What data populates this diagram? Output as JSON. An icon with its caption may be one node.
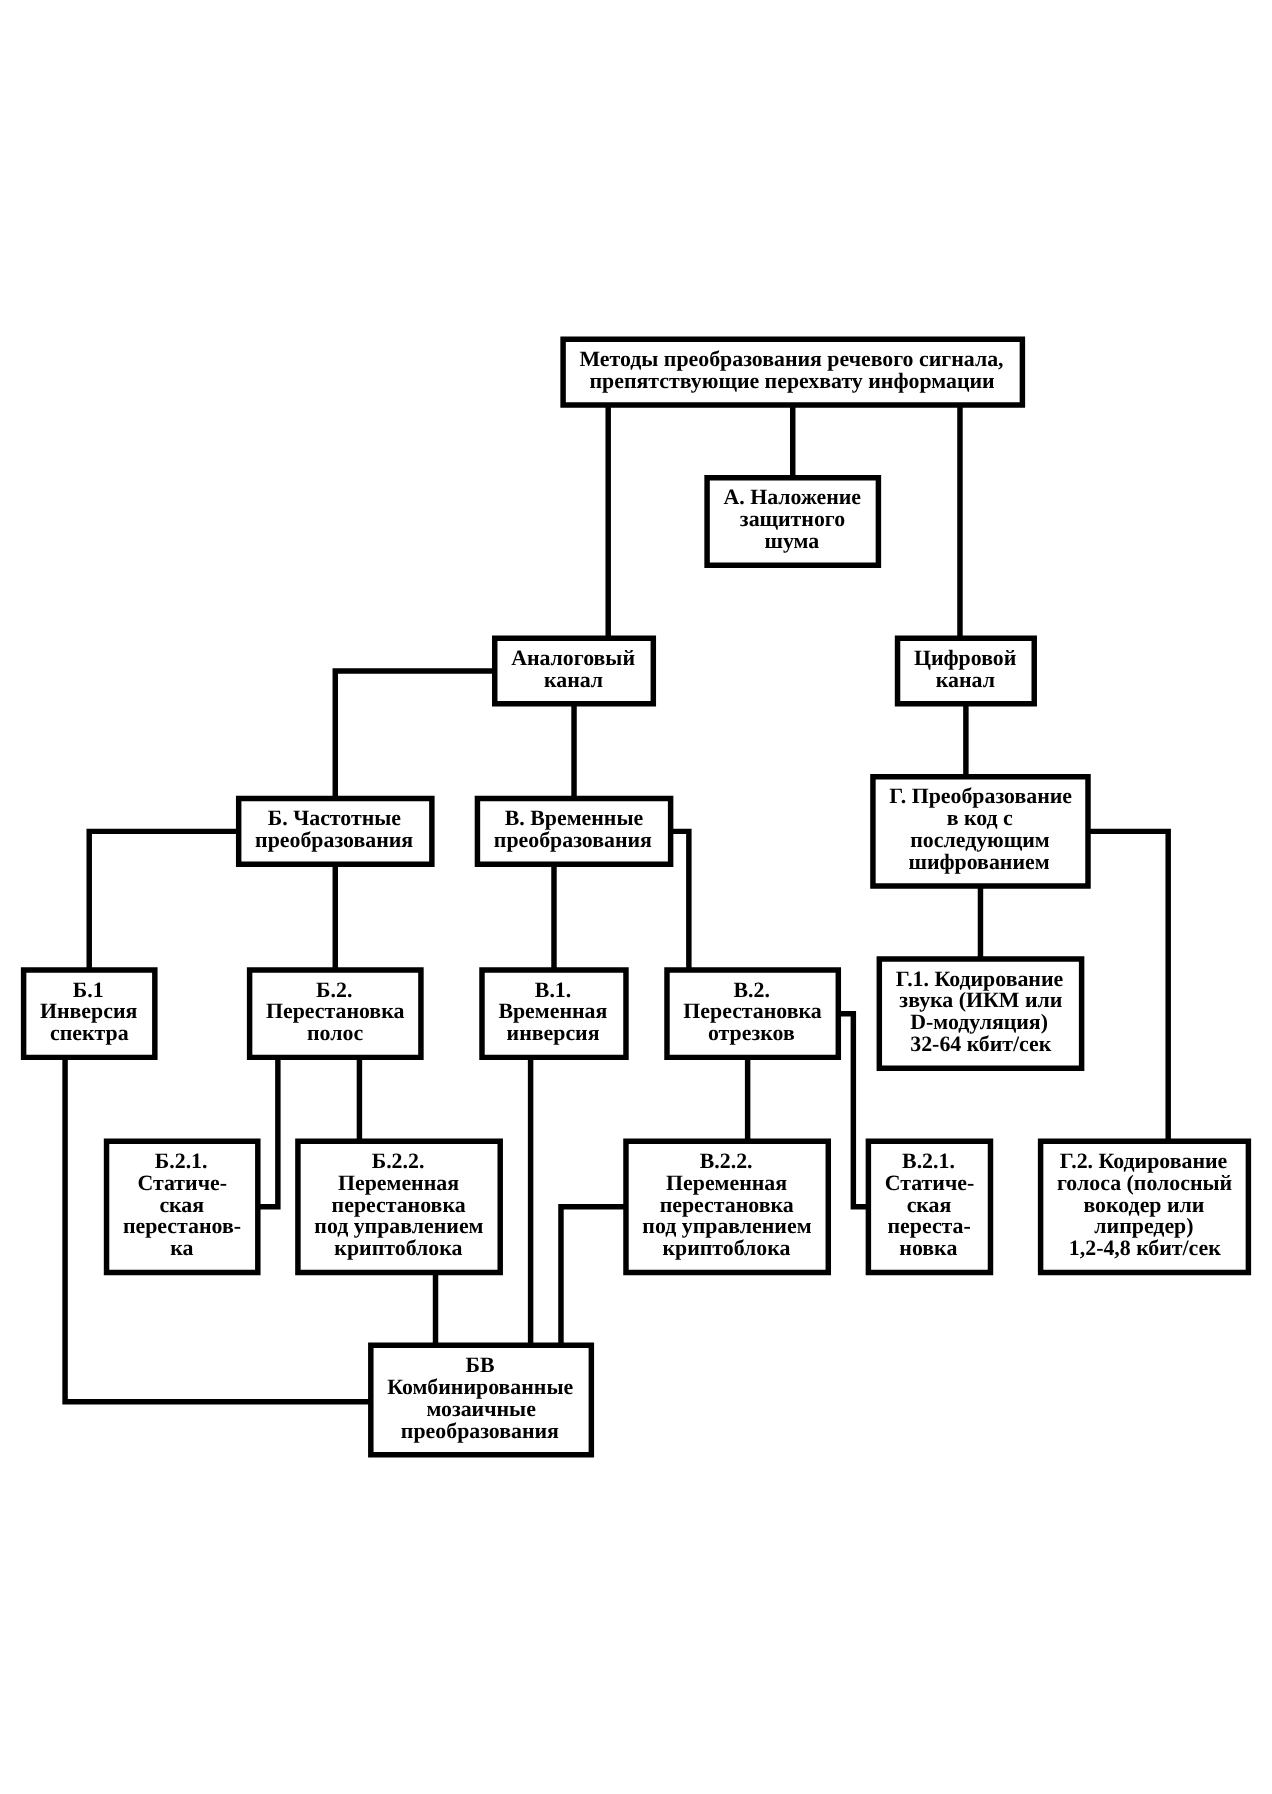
{
  "diagram": {
    "nodes": [
      {
        "text": [
          "Методы преобразования речевого сигнала, препятствующие перехвату информации"
        ]
      },
      {
        "text": [
          "А. Наложение защитного шума"
        ]
      },
      {
        "text": [
          "Аналоговый канал"
        ]
      },
      {
        "text": [
          "Цифровой канал"
        ]
      },
      {
        "text": [
          "Б. Частотные преобразования"
        ]
      },
      {
        "text": [
          "В. Временные преобразования"
        ]
      },
      {
        "text": [
          "Г. Преобразование в код с последующим шифрованием"
        ]
      },
      {
        "text": [
          "Б.1 Инверсия спектра"
        ]
      },
      {
        "text": [
          "В.1. Временная инверсия"
        ]
      },
      {
        "text": [
          "Б.2. Перестановка полос"
        ]
      },
      {
        "text": [
          "В.2. Перестановка отрезков"
        ]
      },
      {
        "text": [
          "Г.1. Кодирование звука (ИКМ или D-модуляция) 32-64 кбит/сек"
        ]
      },
      {
        "text": [
          "Б.2.1. Статиче- ская перестанов- ка"
        ]
      },
      {
        "text": [
          "В.2.1. Статиче- ская переста- новка"
        ]
      },
      {
        "text": [
          "Б.2.2. Переменная перестановка под управлением криптоблока"
        ]
      },
      {
        "text": [
          "В.2.2. Переменная перестановка под управлением криптоблока"
        ]
      },
      {
        "text": [
          "Г.2. Кодирование голоса (полосный вокодер или липредер) 1,2-4,8 кбит/сек"
        ]
      },
      {
        "text": [
          "БВ Комбинированные мозаичные преобразования"
        ]
      }
    ],
    "edges": [
      {
        "from": 0,
        "to": 2,
        "arrow": "none"
      },
      {
        "from": 0,
        "to": 1,
        "arrow": "none"
      },
      {
        "from": 0,
        "to": 3,
        "arrow": "none"
      },
      {
        "from": 2,
        "to": 4,
        "arrow": "none"
      },
      {
        "from": 2,
        "to": 5,
        "arrow": "none"
      },
      {
        "from": 3,
        "to": 6,
        "arrow": "none"
      },
      {
        "from": 4,
        "to": 7,
        "arrow": "none"
      },
      {
        "from": 4,
        "to": 9,
        "arrow": "none"
      },
      {
        "from": 5,
        "to": 8,
        "arrow": "none"
      },
      {
        "from": 5,
        "to": 10,
        "arrow": "none"
      },
      {
        "from": 6,
        "to": 11,
        "arrow": "none"
      },
      {
        "from": 6,
        "to": 16,
        "arrow": "none"
      },
      {
        "from": 7,
        "to": 17,
        "arrow": "none"
      },
      {
        "from": 8,
        "to": 17,
        "arrow": "none"
      },
      {
        "from": 9,
        "to": 12,
        "arrow": "none"
      },
      {
        "from": 9,
        "to": 14,
        "arrow": "none"
      },
      {
        "from": 10,
        "to": 15,
        "arrow": "none"
      },
      {
        "from": 10,
        "to": 13,
        "arrow": "none"
      },
      {
        "from": 14,
        "to": 17,
        "arrow": "none"
      },
      {
        "from": 15,
        "to": 17,
        "arrow": "none"
      }
    ]
  }
}
